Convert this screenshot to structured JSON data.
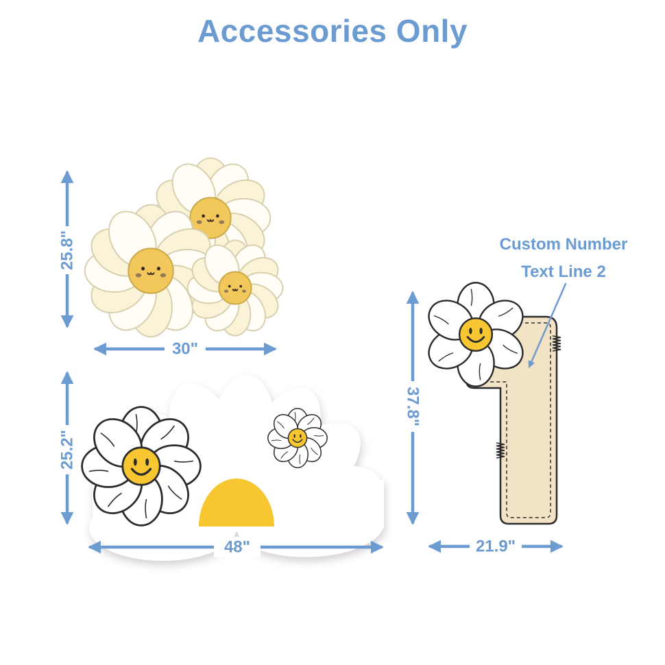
{
  "title": "Accessories Only",
  "callout": {
    "line1": "Custom Number",
    "line2": "Text Line 2"
  },
  "dimensions": {
    "cluster_height": "25.8\"",
    "cluster_width": "30\"",
    "big_daisy_height": "25.2\"",
    "big_daisy_width": "48\"",
    "number_height": "37.8\"",
    "number_width": "21.9\""
  },
  "colors": {
    "accent_blue": "#6b9bd1",
    "daisy_yellow": "#f7c631",
    "soft_yellow": "#f2c75c",
    "cream_petal": "#fbf3d8",
    "number_fill": "#f3e3c6",
    "outline": "#2b2b2b"
  },
  "icons": {
    "arrow": "double-headed-arrow",
    "daisy": "smiling-daisy"
  }
}
